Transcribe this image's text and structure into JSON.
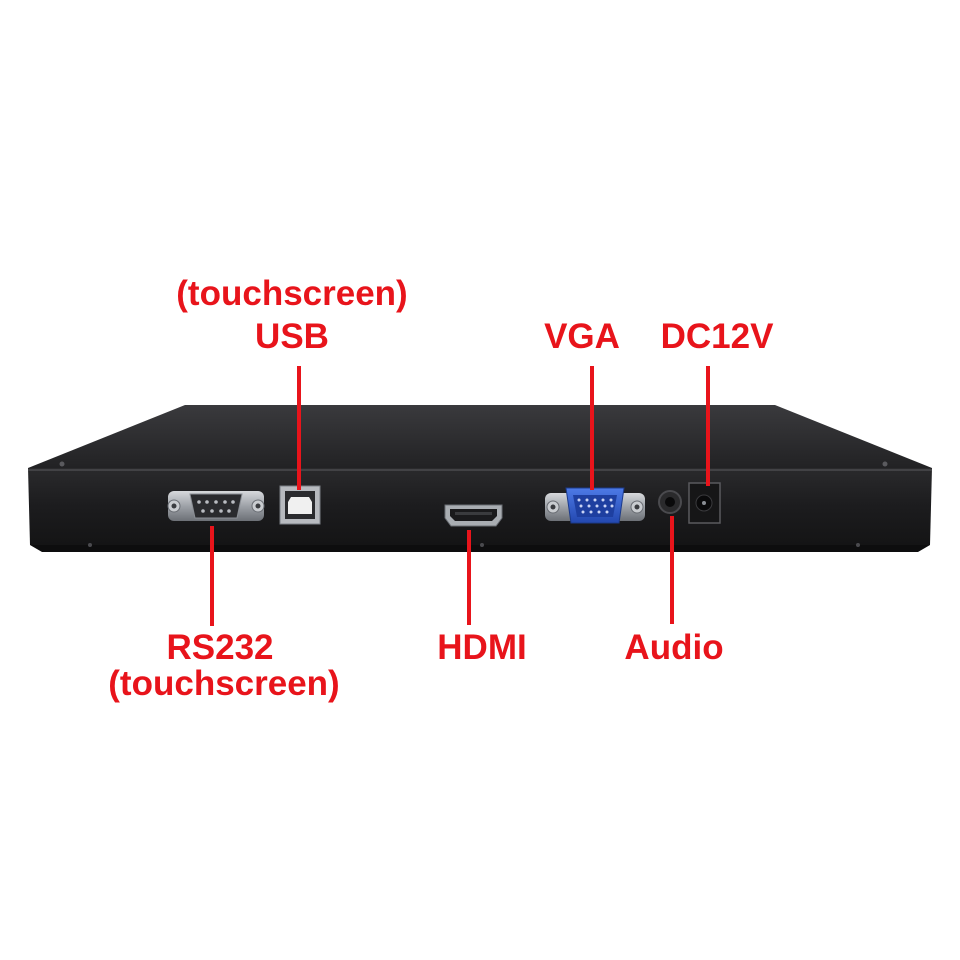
{
  "labels": {
    "usb_top": "(touchscreen)",
    "usb": "USB",
    "vga": "VGA",
    "dc": "DC12V",
    "rs232": "RS232",
    "rs232_sub": "(touchscreen)",
    "hdmi": "HDMI",
    "audio": "Audio"
  },
  "colors": {
    "label": "#e8141b",
    "device_body": "#1b1b1d",
    "device_top": "#2a2a2c",
    "vga_connector": "#2f5fd0",
    "background": "#ffffff"
  }
}
